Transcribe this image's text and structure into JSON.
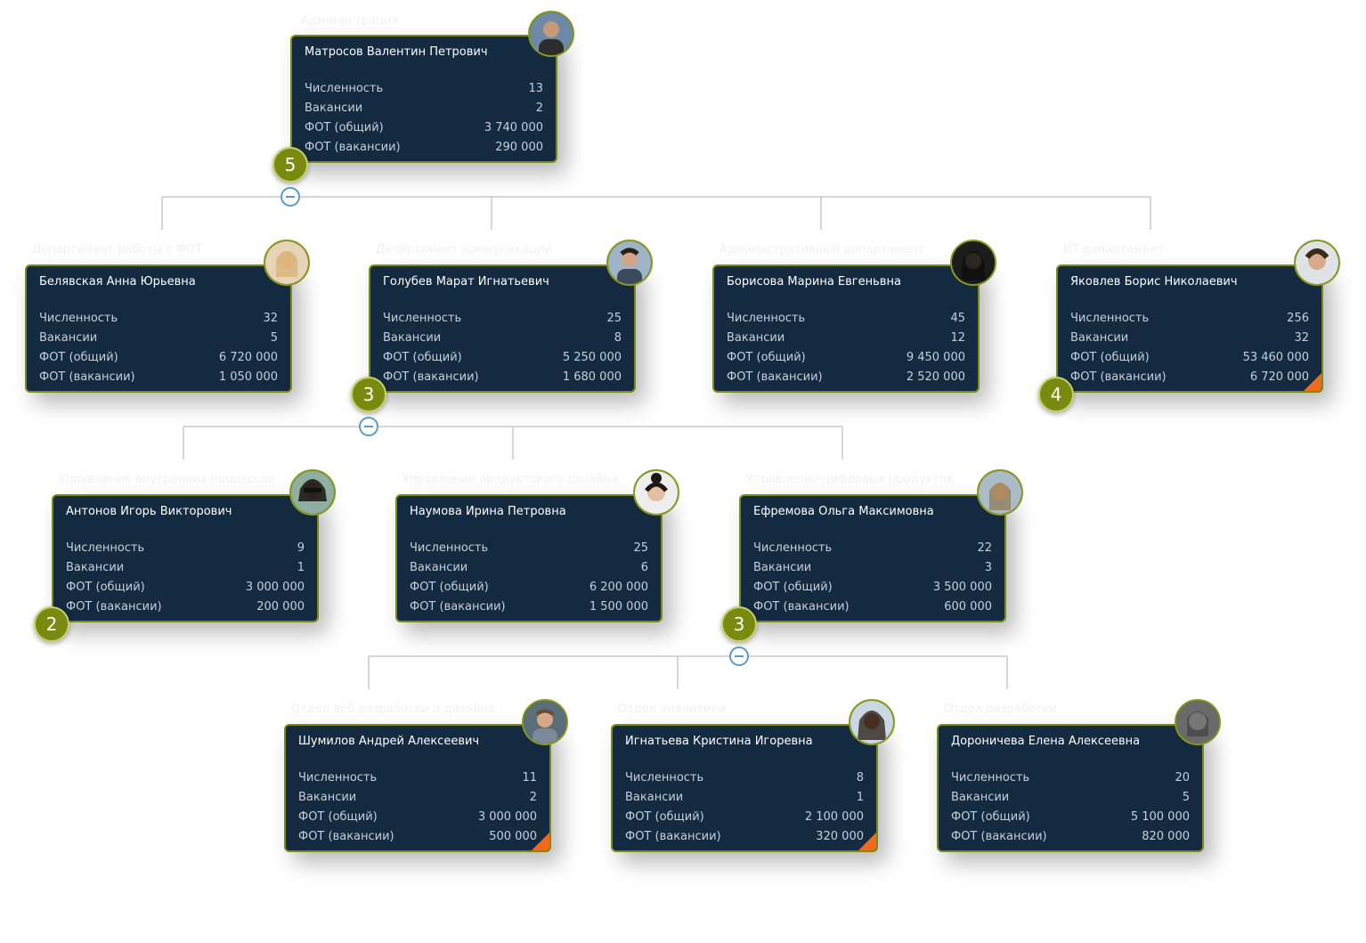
{
  "nodes": [
    {
      "id": "root",
      "department": "Администрация",
      "name": "Матросов Валентин Петрович",
      "stats": [
        {
          "label": "Численность",
          "value": "13"
        },
        {
          "label": "Вакансии",
          "value": "2"
        },
        {
          "label": "ФОТ (общий)",
          "value": "3 740 000"
        },
        {
          "label": "ФОТ (вакансии)",
          "value": "290 000"
        }
      ],
      "children_count": "5",
      "corner": false,
      "avatar": "man-portrait-icon"
    },
    {
      "id": "n1",
      "department": "Департамент работы с ФОТ",
      "name": "Белявская Анна Юрьевна",
      "stats": [
        {
          "label": "Численность",
          "value": "32"
        },
        {
          "label": "Вакансии",
          "value": "5"
        },
        {
          "label": "ФОТ (общий)",
          "value": "6 720 000"
        },
        {
          "label": "ФОТ (вакансии)",
          "value": "1 050 000"
        }
      ],
      "children_count": "",
      "corner": false,
      "avatar": "woman-portrait-icon"
    },
    {
      "id": "n2",
      "department": "Департамент коммуникаций",
      "name": "Голубев Марат Игнатьевич",
      "stats": [
        {
          "label": "Численность",
          "value": "25"
        },
        {
          "label": "Вакансии",
          "value": "8"
        },
        {
          "label": "ФОТ (общий)",
          "value": "5 250 000"
        },
        {
          "label": "ФОТ (вакансии)",
          "value": "1 680 000"
        }
      ],
      "children_count": "3",
      "corner": false,
      "avatar": "man-portrait-icon"
    },
    {
      "id": "n3",
      "department": "Административный департамент",
      "name": "Борисова Марина Евгеньвна",
      "stats": [
        {
          "label": "Численность",
          "value": "45"
        },
        {
          "label": "Вакансии",
          "value": "12"
        },
        {
          "label": "ФОТ (общий)",
          "value": "9 450 000"
        },
        {
          "label": "ФОТ (вакансии)",
          "value": "2 520 000"
        }
      ],
      "children_count": "",
      "corner": false,
      "avatar": "woman-portrait-icon"
    },
    {
      "id": "n4",
      "department": "ИТ департамент",
      "name": "Яковлев Борис Николаевич",
      "stats": [
        {
          "label": "Численность",
          "value": "256"
        },
        {
          "label": "Вакансии",
          "value": "32"
        },
        {
          "label": "ФОТ (общий)",
          "value": "53 460 000"
        },
        {
          "label": "ФОТ (вакансии)",
          "value": "6 720 000"
        }
      ],
      "children_count": "4",
      "corner": true,
      "avatar": "man-portrait-icon"
    },
    {
      "id": "n5",
      "department": "Управление внутренних процессов",
      "name": "Антонов Игорь Викторович",
      "stats": [
        {
          "label": "Численность",
          "value": "9"
        },
        {
          "label": "Вакансии",
          "value": "1"
        },
        {
          "label": "ФОТ (общий)",
          "value": "3 000 000"
        },
        {
          "label": "ФОТ (вакансии)",
          "value": "200 000"
        }
      ],
      "children_count": "2",
      "corner": false,
      "avatar": "man-portrait-icon"
    },
    {
      "id": "n6",
      "department": "Управление продуктового дизайна",
      "name": "Наумова Ирина Петровна",
      "stats": [
        {
          "label": "Численность",
          "value": "25"
        },
        {
          "label": "Вакансии",
          "value": "6"
        },
        {
          "label": "ФОТ (общий)",
          "value": "6 200 000"
        },
        {
          "label": "ФОТ (вакансии)",
          "value": "1 500 000"
        }
      ],
      "children_count": "",
      "corner": false,
      "avatar": "woman-portrait-icon"
    },
    {
      "id": "n7",
      "department": "Управление цифровых продуктов",
      "name": "Ефремова Ольга Максимовна",
      "stats": [
        {
          "label": "Численность",
          "value": "22"
        },
        {
          "label": "Вакансии",
          "value": "3"
        },
        {
          "label": "ФОТ (общий)",
          "value": "3 500 000"
        },
        {
          "label": "ФОТ (вакансии)",
          "value": "600 000"
        }
      ],
      "children_count": "3",
      "corner": false,
      "avatar": "woman-portrait-icon"
    },
    {
      "id": "n8",
      "department": "Отдел веб-разработки и дизайна",
      "name": "Шумилов Андрей Алексеевич",
      "stats": [
        {
          "label": "Численность",
          "value": "11"
        },
        {
          "label": "Вакансии",
          "value": "2"
        },
        {
          "label": "ФОТ (общий)",
          "value": "3 000 000"
        },
        {
          "label": "ФОТ (вакансии)",
          "value": "500 000"
        }
      ],
      "children_count": "",
      "corner": true,
      "avatar": "man-portrait-icon"
    },
    {
      "id": "n9",
      "department": "Отдел аналитики",
      "name": "Игнатьева Кристина Игоревна",
      "stats": [
        {
          "label": "Численность",
          "value": "8"
        },
        {
          "label": "Вакансии",
          "value": "1"
        },
        {
          "label": "ФОТ (общий)",
          "value": "2 100 000"
        },
        {
          "label": "ФОТ (вакансии)",
          "value": "320 000"
        }
      ],
      "children_count": "",
      "corner": true,
      "avatar": "woman-portrait-icon"
    },
    {
      "id": "n10",
      "department": "Отдел разработки",
      "name": "Дороничева Елена Алексеевна",
      "stats": [
        {
          "label": "Численность",
          "value": "20"
        },
        {
          "label": "Вакансии",
          "value": "5"
        },
        {
          "label": "ФОТ (общий)",
          "value": "5 100 000"
        },
        {
          "label": "ФОТ (вакансии)",
          "value": "820 000"
        }
      ],
      "children_count": "",
      "corner": false,
      "avatar": "woman-portrait-icon"
    }
  ],
  "colors": {
    "card_bg": "#142a40",
    "card_border": "#7c8a16",
    "badge_bg": "#7a8a10",
    "corner": "#f06a1c",
    "connector": "#c8c8c8",
    "toggle": "#5a9ac8"
  }
}
